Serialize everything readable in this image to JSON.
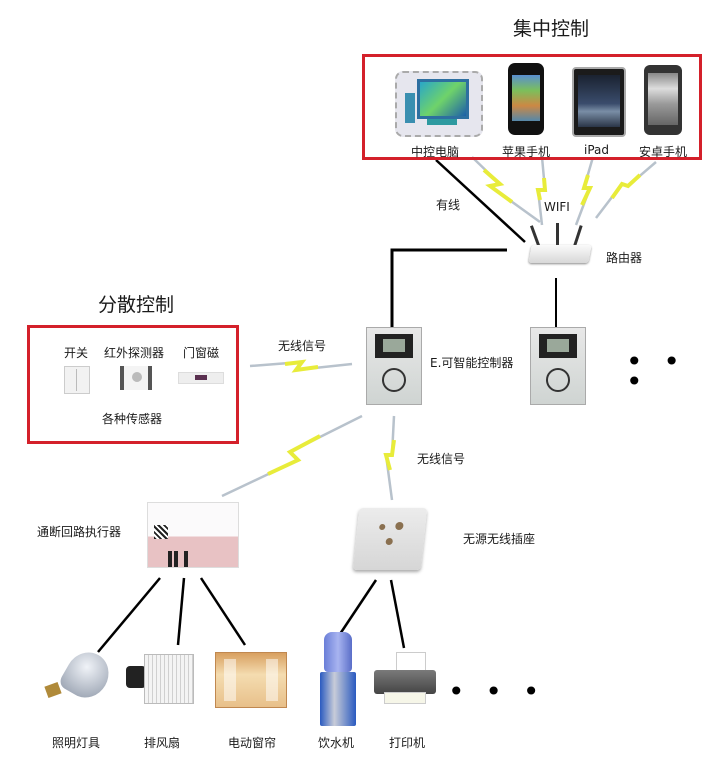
{
  "central": {
    "title": "集中控制",
    "devices": [
      {
        "icon": "desktop-computer-icon",
        "label": "中控电脑"
      },
      {
        "icon": "iphone-icon",
        "label": "苹果手机"
      },
      {
        "icon": "ipad-icon",
        "label": "iPad"
      },
      {
        "icon": "android-phone-icon",
        "label": "安卓手机"
      }
    ]
  },
  "links": {
    "wired_label": "有线",
    "wifi_label": "WIFI",
    "wireless_label_left": "无线信号",
    "wireless_label_down": "无线信号"
  },
  "router": {
    "icon": "router-icon",
    "label": "路由器"
  },
  "controller": {
    "icon": "smart-controller-icon",
    "label": "E.可智能控制器"
  },
  "more_controllers": "• • •",
  "distributed": {
    "title": "分散控制",
    "sensors": [
      {
        "icon": "wall-switch-icon",
        "label": "开关"
      },
      {
        "icon": "infrared-detector-icon",
        "label": "红外探测器"
      },
      {
        "icon": "door-magnet-icon",
        "label": "门窗磁"
      }
    ],
    "caption": "各种传感器"
  },
  "actuator": {
    "icon": "relay-actuator-icon",
    "label": "通断回路执行器"
  },
  "socket": {
    "icon": "wireless-socket-icon",
    "label": "无源无线插座"
  },
  "appliances": [
    {
      "icon": "light-bulb-icon",
      "label": "照明灯具"
    },
    {
      "icon": "exhaust-fan-icon",
      "label": "排风扇"
    },
    {
      "icon": "curtain-icon",
      "label": "电动窗帘"
    },
    {
      "icon": "water-dispenser-icon",
      "label": "饮水机"
    },
    {
      "icon": "printer-icon",
      "label": "打印机"
    }
  ],
  "more_appliances": "• • •",
  "colors": {
    "box_border": "#d4202a",
    "wire": "#000000",
    "signal": "#e8ec3a"
  }
}
